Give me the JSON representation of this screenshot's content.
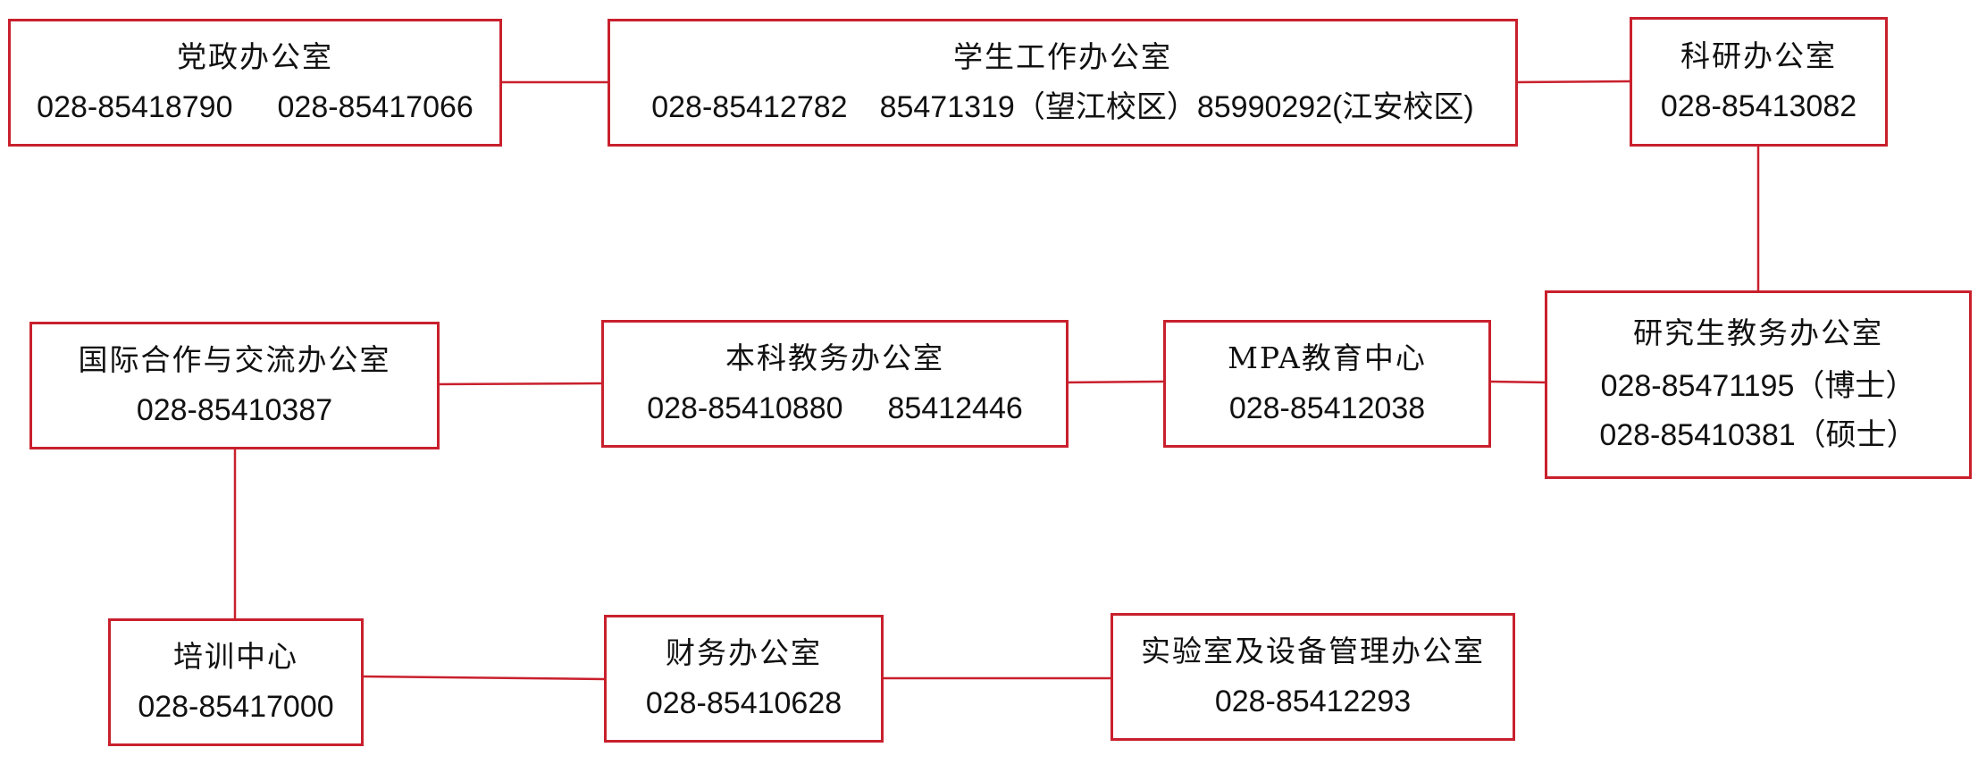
{
  "theme": {
    "border_color": "#c9202d",
    "line_color": "#c9202d",
    "background": "#ffffff"
  },
  "offices": {
    "party": {
      "name": "党政办公室",
      "phones": [
        "028-85418790",
        "028-85417066"
      ]
    },
    "student": {
      "name": "学生工作办公室",
      "phones": [
        "028-85412782",
        "85471319（望江校区）85990292(江安校区)"
      ]
    },
    "research": {
      "name": "科研办公室",
      "phones": [
        "028-85413082"
      ]
    },
    "international": {
      "name": "国际合作与交流办公室",
      "phones": [
        "028-85410387"
      ]
    },
    "undergrad": {
      "name": "本科教务办公室",
      "phones": [
        "028-85410880",
        "85412446"
      ]
    },
    "mpa": {
      "name": "MPA教育中心",
      "phones": [
        "028-85412038"
      ]
    },
    "graduate": {
      "name": "研究生教务办公室",
      "phones": [
        "028-85471195（博士）",
        "028-85410381（硕士）"
      ]
    },
    "training": {
      "name": "培训中心",
      "phones": [
        "028-85417000"
      ]
    },
    "finance": {
      "name": "财务办公室",
      "phones": [
        "028-85410628"
      ]
    },
    "lab": {
      "name": "实验室及设备管理办公室",
      "phones": [
        "028-85412293"
      ]
    }
  }
}
